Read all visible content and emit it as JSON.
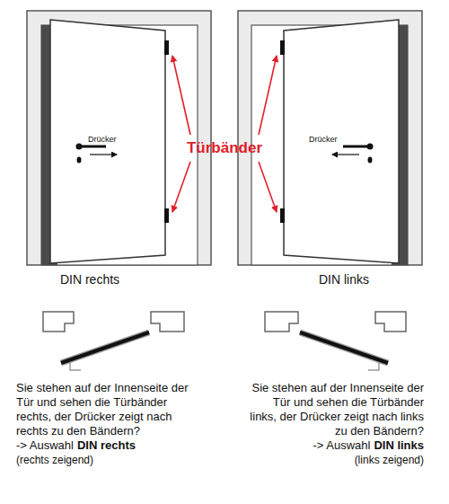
{
  "diagram": {
    "labels": [
      "Drücker",
      "Türbänder",
      "Drücker",
      "DIN rechts",
      "DIN links",
      "Sie stehen auf der Innenseite der Tür und sehen die Türbänder rechts, der Drücker zeigt nach rechts zu den Bändern?",
      "-> Auswahl",
      "DIN rechts",
      "(rechts zeigend)",
      "Sie stehen auf der Innenseite der Tür und sehen die Türbänder links, der Drücker zeigt nach links zu den Bändern?",
      "-> Auswahl",
      "DIN links",
      "(links zeigend)"
    ]
  }
}
